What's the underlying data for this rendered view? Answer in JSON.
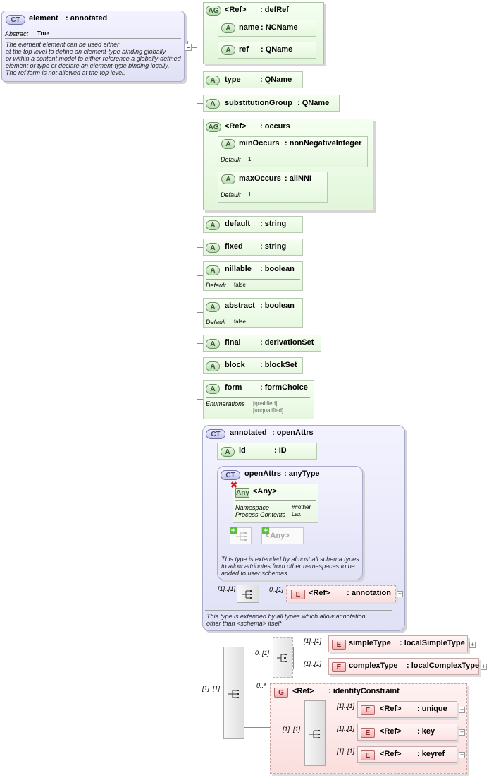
{
  "root": {
    "badge": "CT",
    "name": "element",
    "type": ": annotated",
    "abstract_label": "Abstract",
    "abstract_value": "True",
    "description": [
      "The element element can be used either",
      "at the top level to define an element-type binding globally,",
      "or within a content model to either reference a globally-defined",
      "element or type or declare an element-type binding locally.",
      "The ref form is not allowed at the top level."
    ]
  },
  "defref_group": {
    "badge": "AG",
    "name": "<Ref>",
    "type": ": defRef",
    "attrs": [
      {
        "badge": "A",
        "name": "name",
        "type": ": NCName"
      },
      {
        "badge": "A",
        "name": "ref",
        "type": ": QName"
      }
    ]
  },
  "attr_type": {
    "badge": "A",
    "name": "type",
    "type": ": QName"
  },
  "attr_subst": {
    "badge": "A",
    "name": "substitutionGroup",
    "type": ": QName"
  },
  "occurs_group": {
    "badge": "AG",
    "name": "<Ref>",
    "type": ": occurs",
    "attrs": [
      {
        "badge": "A",
        "name": "minOccurs",
        "type": ": nonNegativeInteger",
        "default_label": "Default",
        "default_value": "1"
      },
      {
        "badge": "A",
        "name": "maxOccurs",
        "type": ": allNNI",
        "default_label": "Default",
        "default_value": "1"
      }
    ]
  },
  "attr_default": {
    "badge": "A",
    "name": "default",
    "type": ": string"
  },
  "attr_fixed": {
    "badge": "A",
    "name": "fixed",
    "type": ": string"
  },
  "attr_nillable": {
    "badge": "A",
    "name": "nillable",
    "type": ": boolean",
    "default_label": "Default",
    "default_value": "false"
  },
  "attr_abstract": {
    "badge": "A",
    "name": "abstract",
    "type": ": boolean",
    "default_label": "Default",
    "default_value": "false"
  },
  "attr_final": {
    "badge": "A",
    "name": "final",
    "type": ": derivationSet"
  },
  "attr_block": {
    "badge": "A",
    "name": "block",
    "type": ": blockSet"
  },
  "attr_form": {
    "badge": "A",
    "name": "form",
    "type": ": formChoice",
    "enum_label": "Enumerations",
    "enum_values": [
      "[qualified]",
      "[unqualified]"
    ]
  },
  "annotated": {
    "badge": "CT",
    "name": "annotated",
    "type": ": openAttrs",
    "attr_id": {
      "badge": "A",
      "name": "id",
      "type": ": ID"
    },
    "openattrs": {
      "badge": "CT",
      "name": "openAttrs",
      "type": ": anyType",
      "any_badge": "Any",
      "any_name": "<Any>",
      "namespace_label": "Namespace",
      "namespace_value": "##other",
      "process_label": "Process Contents",
      "process_value": "Lax",
      "any_placeholder": "<Any>",
      "description": [
        "This type is extended by almost all schema types",
        "to allow attributes from other namespaces to be",
        "added to user schemas."
      ]
    },
    "seq_cardinality": "[1]..[1]",
    "annotation_cardinality": "0..[1]",
    "annotation": {
      "badge": "E",
      "name": "<Ref>",
      "type": ": annotation"
    },
    "description": [
      "This type is extended by all types which allow annotation",
      "other than <schema> itself"
    ]
  },
  "main_seq_cardinality": "[1]..[1]",
  "choice_cardinality": "0..[1]",
  "simpletype": {
    "badge": "E",
    "name": "simpleType",
    "type": ": localSimpleType",
    "card": "[1]..[1]"
  },
  "complextype": {
    "badge": "E",
    "name": "complexType",
    "type": ": localComplexType",
    "card": "[1]..[1]"
  },
  "identity_group": {
    "badge": "G",
    "name": "<Ref>",
    "type": ": identityConstraint",
    "card_outer": "0..*",
    "card_seq": "[1]..[1]",
    "items": [
      {
        "badge": "E",
        "name": "<Ref>",
        "type": ": unique",
        "card": "[1]..[1]"
      },
      {
        "badge": "E",
        "name": "<Ref>",
        "type": ": key",
        "card": "[1]..[1]"
      },
      {
        "badge": "E",
        "name": "<Ref>",
        "type": ": keyref",
        "card": "[1]..[1]"
      }
    ]
  }
}
